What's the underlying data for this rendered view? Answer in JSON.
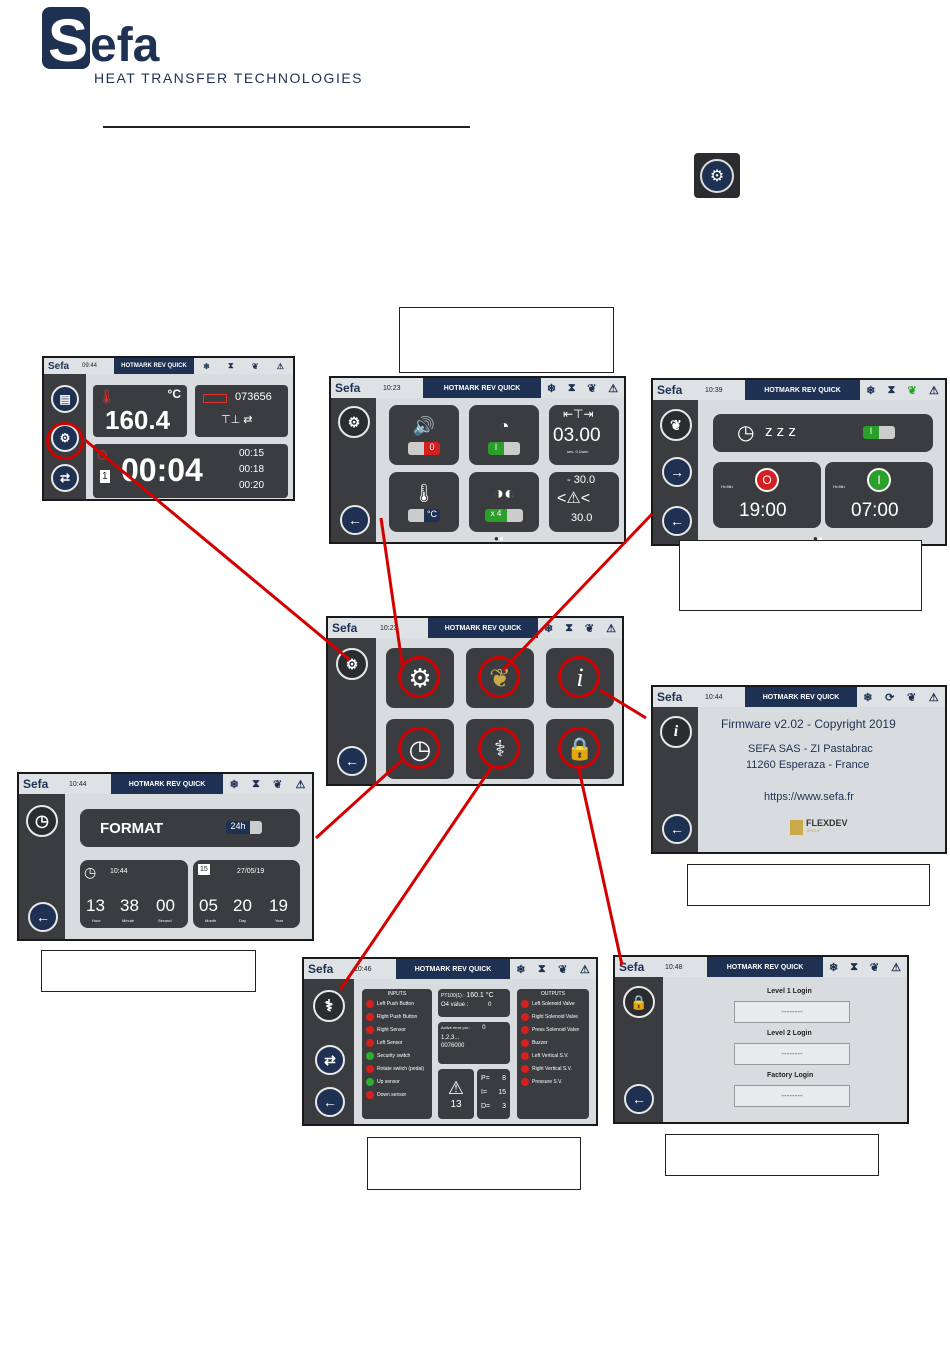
{
  "brand": {
    "logo_text": "Sefa",
    "tagline": "HEAT TRANSFER TECHNOLOGIES",
    "color": "#1e3152"
  },
  "accent_red": "#d40000",
  "header": {
    "model": "HOTMARK REV QUICK",
    "logo": "Sefa"
  },
  "main_screen": {
    "time": "09:44",
    "temperature": "160.4",
    "temp_unit": "°C",
    "counter": "073656",
    "timer": "00:04",
    "program": "1",
    "times": [
      "00:15",
      "00:18",
      "00:20"
    ]
  },
  "settings_screen": {
    "time": "10:23"
  },
  "sound_screen": {
    "time": "10:23",
    "sound_value": "0",
    "unit_value": "°C",
    "multiplier": "x 4",
    "pressure_value": "03.00",
    "pressure_unit": "sec. 0.1/sec",
    "tolerance_top": "- 30.0",
    "tolerance_bottom": "30.0"
  },
  "eco_screen": {
    "time": "10:39",
    "sleep_label": "z z z",
    "hh_mm": "Hr:Min",
    "off_time": "19:00",
    "on_time": "07:00",
    "off_symbol": "O",
    "on_symbol": "I"
  },
  "info_screen": {
    "time": "10:44",
    "firmware": "Firmware v2.02 - Copyright 2019",
    "company": "SEFA SAS - ZI Pastabrac",
    "address": "11260 Esperaza - France",
    "url": "https://www.sefa.fr",
    "partner": "FLEXDEV",
    "partner_sub": "GROUP"
  },
  "clock_screen": {
    "time": "10:44",
    "format_label": "FORMAT",
    "format_value": "24h",
    "clock_time": "10:44",
    "hour": "13",
    "minute": "38",
    "second": "00",
    "hour_l": "Hour",
    "minute_l": "Minute",
    "second_l": "Second",
    "date_icon": "15",
    "date": "27/05/19",
    "month": "05",
    "day": "20",
    "year": "19",
    "month_l": "Month",
    "day_l": "Day",
    "year_l": "Year"
  },
  "diag_screen": {
    "time": "10:46",
    "inputs_title": "INPUTS",
    "outputs_title": "OUTPUTS",
    "inputs": [
      "Left Push Button",
      "Right Push Button",
      "Right Sensor",
      "Left Sensor",
      "Security switch",
      "Rotate switch (pedal)",
      "Up sensor",
      "Down sensor"
    ],
    "outputs": [
      "Left Solenoid Valve",
      "Right Solenoid Valve",
      "Press Solenoid Valve",
      "Buzzer",
      "Left Vertical S.V.",
      "Right Vertical S.V.",
      "Pressure S.V."
    ],
    "pt_label": "PT100(1) :",
    "pt_value": "160.1 °C",
    "o4_label": "O4 value :",
    "o4_value": "0",
    "active_label": "Active error pro :",
    "active_value": "0",
    "seq": "1,2,3...",
    "code": "0076000",
    "alarm_count": "13",
    "p_val": "8",
    "i_val": "15",
    "d_val": "3"
  },
  "login_screen": {
    "time": "10:48",
    "level1": "Level 1 Login",
    "level2": "Level 2 Login",
    "factory": "Factory Login",
    "mask": "--------"
  }
}
